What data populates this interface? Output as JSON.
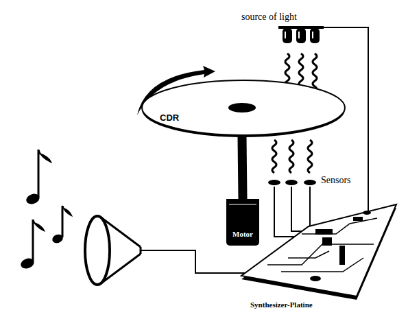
{
  "diagram": {
    "nodes": [
      {
        "text": [
          "source of light"
        ]
      },
      {
        "text": [
          "CDR"
        ]
      },
      {
        "text": [
          "Sensors"
        ]
      },
      {
        "text": [
          "Motor"
        ]
      },
      {
        "text": [
          "Synthesizer-Platine"
        ]
      }
    ],
    "edges": [
      {
        "from": 0,
        "to": 4,
        "arrow": "none"
      },
      {
        "from": 2,
        "to": 4,
        "arrow": "none"
      },
      {
        "from": 1,
        "to": 3,
        "arrow": "none"
      }
    ]
  }
}
